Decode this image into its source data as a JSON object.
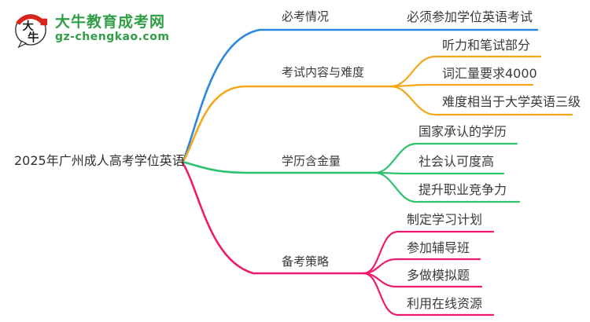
{
  "logo": {
    "title": "大牛教育成考网",
    "domain": "gz-chengkao.com",
    "icon_char_top": "大",
    "icon_char_bottom": "牛",
    "green": "#2f9e44",
    "red": "#d8251c"
  },
  "mindmap": {
    "root": {
      "label": "2025年广州成人高考学位英语"
    },
    "branches": [
      {
        "label": "必考情况",
        "color": "#2d87dd",
        "children": [
          {
            "label": "必须参加学位英语考试"
          }
        ]
      },
      {
        "label": "考试内容与难度",
        "color": "#f4a71b",
        "children": [
          {
            "label": "听力和笔试部分"
          },
          {
            "label": "词汇量要求4000"
          },
          {
            "label": "难度相当于大学英语三级"
          }
        ]
      },
      {
        "label": "学历含金量",
        "color": "#2ec16e",
        "children": [
          {
            "label": "国家承认的学历"
          },
          {
            "label": "社会认可度高"
          },
          {
            "label": "提升职业竞争力"
          }
        ]
      },
      {
        "label": "备考策略",
        "color": "#ee1a6d",
        "children": [
          {
            "label": "制定学习计划"
          },
          {
            "label": "参加辅导班"
          },
          {
            "label": "多做模拟题"
          },
          {
            "label": "利用在线资源"
          }
        ]
      }
    ]
  }
}
